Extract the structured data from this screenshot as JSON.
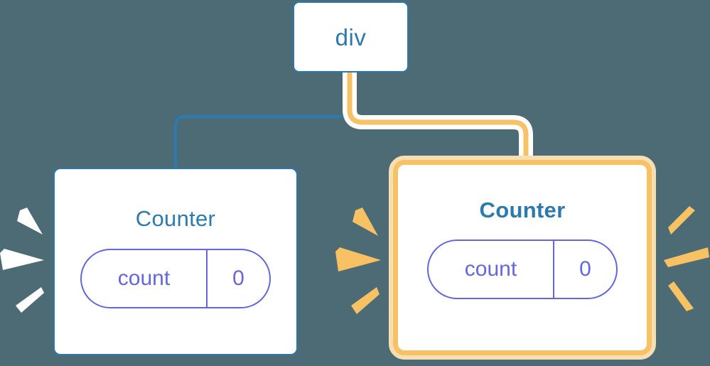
{
  "diagram": {
    "background_color": "#4c6b75",
    "title_hidden": true,
    "nodes": [
      {
        "id": "root",
        "label": "div",
        "type": "element-node",
        "border_color": "#2c7aad",
        "text_color": "#2c7aad",
        "highlighted": false
      },
      {
        "id": "counter-left",
        "label": "Counter",
        "type": "component-node",
        "border_color": "#2c7aad",
        "text_color": "#2c7aad",
        "highlighted": false,
        "bold_title": false,
        "state": {
          "key": "count",
          "value": "0",
          "color": "#6366dd"
        },
        "rays": {
          "color": "#ffffff",
          "sides": [
            "left"
          ]
        }
      },
      {
        "id": "counter-right",
        "label": "Counter",
        "type": "component-node",
        "border_color": "#f8c163",
        "halo_color": "#f7dfb4",
        "text_color": "#2c7aad",
        "highlighted": true,
        "bold_title": true,
        "state": {
          "key": "count",
          "value": "0",
          "color": "#6366dd"
        },
        "rays": {
          "color": "#f8c163",
          "sides": [
            "left",
            "right"
          ]
        }
      }
    ],
    "edges": [
      {
        "id": "edge-root-to-left",
        "from": "root",
        "to": "counter-left",
        "color": "#2c7aad",
        "active": false
      },
      {
        "id": "edge-root-to-right",
        "from": "root",
        "to": "counter-right",
        "color": "#f8c163",
        "halo_color": "#ffffff",
        "active": true
      }
    ],
    "colors": {
      "background": "#4c6b75",
      "blue": "#2c7aad",
      "orange": "#f8c163",
      "orange_pale": "#f7dfb4",
      "indigo": "#6366dd",
      "white": "#ffffff"
    }
  }
}
